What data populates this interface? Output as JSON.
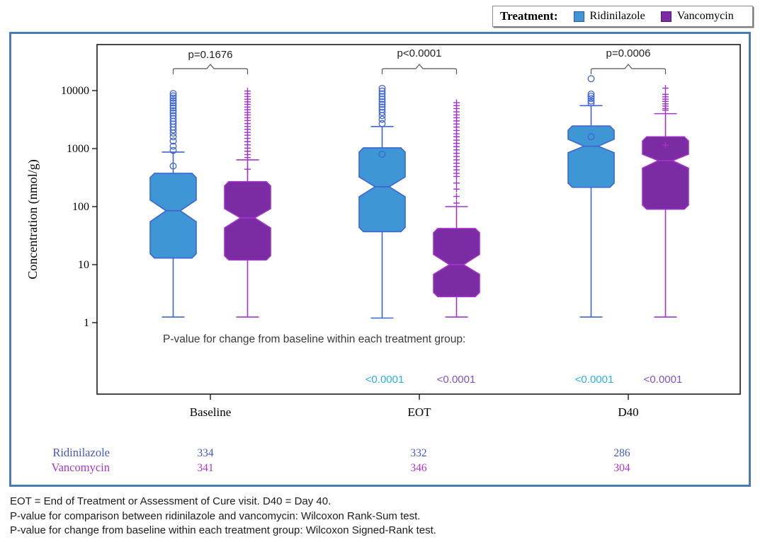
{
  "legend": {
    "title": "Treatment:",
    "items": [
      {
        "label": "Ridinilazole"
      },
      {
        "label": "Vancomycin"
      }
    ]
  },
  "colors": {
    "series": [
      {
        "name": "Ridinilazole",
        "fill": "#3E97D4",
        "stroke": "#3E66D3",
        "swatch_border": "#2C58A8"
      },
      {
        "name": "Vancomycin",
        "fill": "#7B2CA3",
        "stroke": "#A234C9",
        "swatch_border": "#531C78"
      }
    ],
    "pvalue_ridinilazole": "#2BAFE8",
    "pvalue_vancomycin": "#7B52C8",
    "count_ridinilazole": "#4456C8",
    "count_vancomycin": "#AB35D2",
    "frame_border": "#4b7bb5",
    "bracket": "#555555"
  },
  "chart_data": {
    "type": "box",
    "ylabel": "Concentration (nmol/g)",
    "log_scale": true,
    "ylim": [
      0.2,
      40000
    ],
    "yticks": [
      10000,
      1000,
      100,
      10,
      1
    ],
    "ytick_labels": [
      "10000",
      "1000",
      "100",
      "10",
      "1"
    ],
    "categories": [
      "Baseline",
      "EOT",
      "D40"
    ],
    "series_names": [
      "Ridinilazole",
      "Vancomycin"
    ],
    "comparison_pvalues": [
      "p=0.1676",
      "p<0.0001",
      "p=0.0006"
    ],
    "within_group_note": "P-value for change from baseline within each treatment group:",
    "within_group_pvalues": [
      {
        "category": "EOT",
        "ridinilazole": "<0.0001",
        "vancomycin": "<0.0001"
      },
      {
        "category": "D40",
        "ridinilazole": "<0.0001",
        "vancomycin": "<0.0001"
      }
    ],
    "n_counts": {
      "ridinilazole": [
        334,
        332,
        286
      ],
      "vancomycin": [
        341,
        346,
        304
      ]
    },
    "boxes": [
      {
        "group": 0,
        "series": 0,
        "q3": 375,
        "median": 85,
        "q1": 13,
        "notch_high": 130,
        "notch_low": 55,
        "whisker_high": 870,
        "whisker_low": 1.25,
        "mean": 500,
        "outliers": [
          8900,
          8100,
          7400,
          6700,
          6100,
          5500,
          5000,
          4500,
          4100,
          3700,
          3300,
          2950,
          2650,
          2350,
          2100,
          1850,
          1600,
          1350,
          1100,
          930
        ]
      },
      {
        "group": 0,
        "series": 1,
        "q3": 270,
        "median": 64,
        "q1": 12,
        "notch_high": 92,
        "notch_low": 43,
        "whisker_high": 640,
        "whisker_low": 1.25,
        "mean": 440,
        "outliers": [
          9800,
          8800,
          7900,
          7100,
          6400,
          5800,
          5200,
          4700,
          4200,
          3800,
          3400,
          3050,
          2700,
          2400,
          2150,
          1900,
          1700,
          1500,
          1320,
          1160,
          1020,
          900,
          790,
          700
        ]
      },
      {
        "group": 1,
        "series": 0,
        "q3": 1030,
        "median": 220,
        "q1": 37,
        "notch_high": 325,
        "notch_low": 148,
        "whisker_high": 2400,
        "whisker_low": 1.2,
        "mean": 800,
        "outliers": [
          10900,
          9800,
          8800,
          7900,
          7100,
          6400,
          5800,
          5200,
          4700,
          4200,
          3700,
          3200,
          2700
        ]
      },
      {
        "group": 1,
        "series": 1,
        "q3": 42,
        "median": 10,
        "q1": 2.8,
        "notch_high": 15,
        "notch_low": 6.8,
        "whisker_high": 100,
        "whisker_low": 1.25,
        "mean": null,
        "outliers": [
          6200,
          5500,
          4900,
          4300,
          3800,
          3400,
          3000,
          2650,
          2350,
          2050,
          1800,
          1600,
          1400,
          1230,
          1080,
          950,
          830,
          730,
          640,
          560,
          490,
          430,
          375,
          330,
          255,
          200,
          150,
          115
        ]
      },
      {
        "group": 2,
        "series": 0,
        "q3": 2450,
        "median": 1100,
        "q1": 215,
        "notch_high": 1450,
        "notch_low": 850,
        "whisker_high": 5500,
        "whisker_low": 1.25,
        "mean": 1600,
        "outliers": [
          16000,
          8700,
          8000,
          7300,
          6600,
          6100
        ]
      },
      {
        "group": 2,
        "series": 1,
        "q3": 1600,
        "median": 620,
        "q1": 90,
        "notch_high": 800,
        "notch_low": 460,
        "whisker_high": 4000,
        "whisker_low": 1.25,
        "mean": 1150,
        "outliers": [
          11000,
          8600,
          7800,
          7100,
          6500,
          5900,
          5400,
          4900,
          4600
        ]
      }
    ]
  },
  "footnotes": [
    "EOT = End of Treatment or Assessment of Cure visit. D40 = Day 40.",
    "P-value for comparison between ridinilazole and vancomycin: Wilcoxon Rank-Sum test.",
    "P-value for change from baseline within each treatment group: Wilcoxon Signed-Rank test."
  ]
}
